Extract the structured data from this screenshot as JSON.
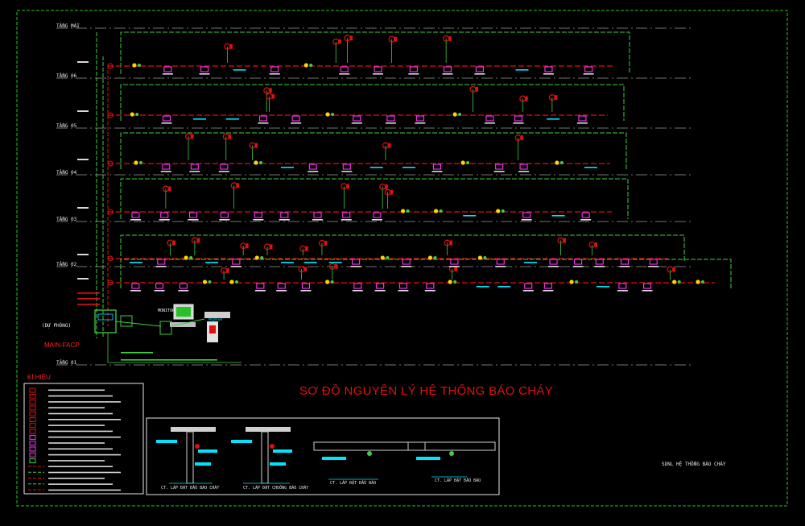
{
  "diagram": {
    "title": "SƠ ĐỒ NGUYÊN LÝ HỆ THỐNG BÁO CHÁY",
    "sheet_name": "SDNL HỆ THỐNG BÁO CHÁY",
    "floors": [
      {
        "id": "mai",
        "label": "TẦNG MÁI"
      },
      {
        "id": "t06",
        "label": "TẦNG 06"
      },
      {
        "id": "t05",
        "label": "TẦNG 05"
      },
      {
        "id": "t04",
        "label": "TẦNG 04"
      },
      {
        "id": "t03",
        "label": "TẦNG 03"
      },
      {
        "id": "t02",
        "label": "TẦNG 02"
      },
      {
        "id": "t01",
        "label": "TẦNG 01"
      }
    ],
    "facp": {
      "label": "MAIN-FACP",
      "reserve_label": "(DỰ PHÒNG)"
    },
    "monitor_label": "MONITOR",
    "printer_label": "PRINTER",
    "legend": {
      "title": "KÍ HIỆU"
    },
    "details": [
      {
        "id": "d1",
        "caption": "CT. LẮP ĐẶT ĐẦU BÁO CHÁY"
      },
      {
        "id": "d2",
        "caption": "CT. LẮP ĐẶT CHUÔNG BÁO CHÁY"
      },
      {
        "id": "d3",
        "caption": "CT. LẮP ĐẶT ĐẦU BÁO"
      },
      {
        "id": "d4",
        "caption": "CT. LẮP ĐẶT ĐẦU BÁO"
      }
    ],
    "colors": {
      "background": "#000000",
      "frame": "#22c322",
      "wire_signal": "#e01010",
      "wire_loop": "#3fcf3f",
      "guide_line": "#9a9a9a",
      "device": "#ff33ff",
      "detector": "#ffd400",
      "cyan_text": "#00e5ff",
      "title": "#e01010"
    }
  }
}
